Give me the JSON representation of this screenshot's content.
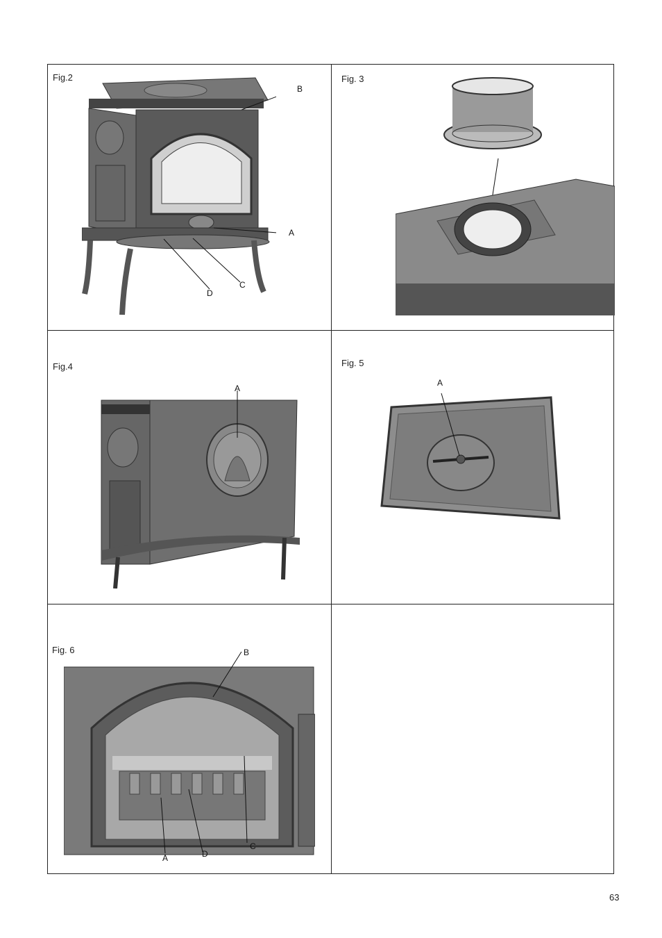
{
  "figures": [
    {
      "caption": "Fig.2",
      "labels": [
        "B",
        "A",
        "C",
        "D"
      ]
    },
    {
      "caption": "Fig. 3",
      "labels": []
    },
    {
      "caption": "Fig.4",
      "labels": [
        "A"
      ]
    },
    {
      "caption": "Fig. 5",
      "labels": [
        "A"
      ]
    },
    {
      "caption": "Fig. 6",
      "labels": [
        "B",
        "A",
        "D",
        "C"
      ]
    }
  ],
  "page_number": "63"
}
